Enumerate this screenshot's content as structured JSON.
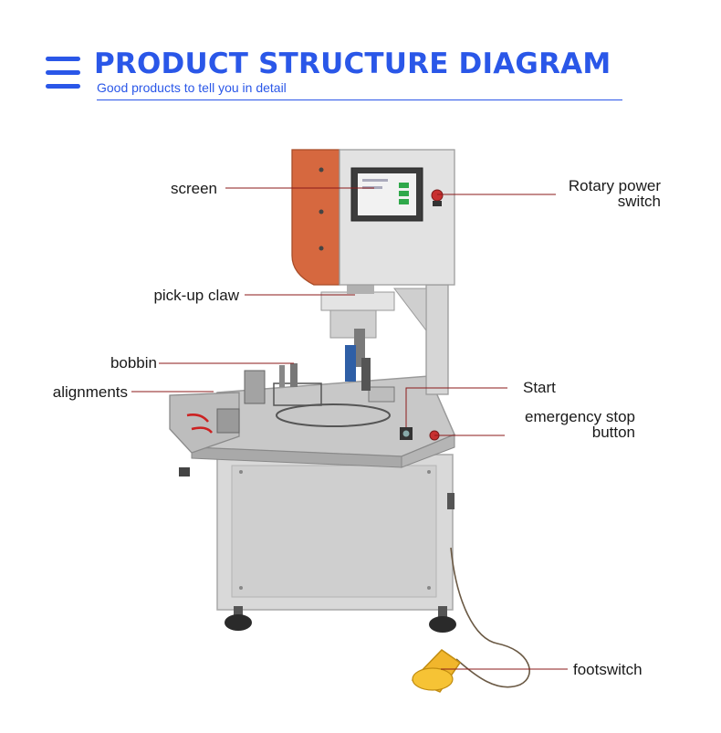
{
  "header": {
    "title": "PRODUCT STRUCTURE DIAGRAM",
    "subtitle": "Good products to tell you in detail",
    "accent_color": "#2a57e8",
    "icon": "menu-icon"
  },
  "labels": {
    "screen": "screen",
    "rotary_power_line1": "Rotary power",
    "rotary_power_line2": "switch",
    "pickup_claw": "pick-up claw",
    "bobbin": "bobbin",
    "alignments": "alignments",
    "start": "Start",
    "emergency_line1": "emergency stop",
    "emergency_line2": "button",
    "footswitch": "footswitch"
  },
  "leader_color": "#8b1a1a"
}
